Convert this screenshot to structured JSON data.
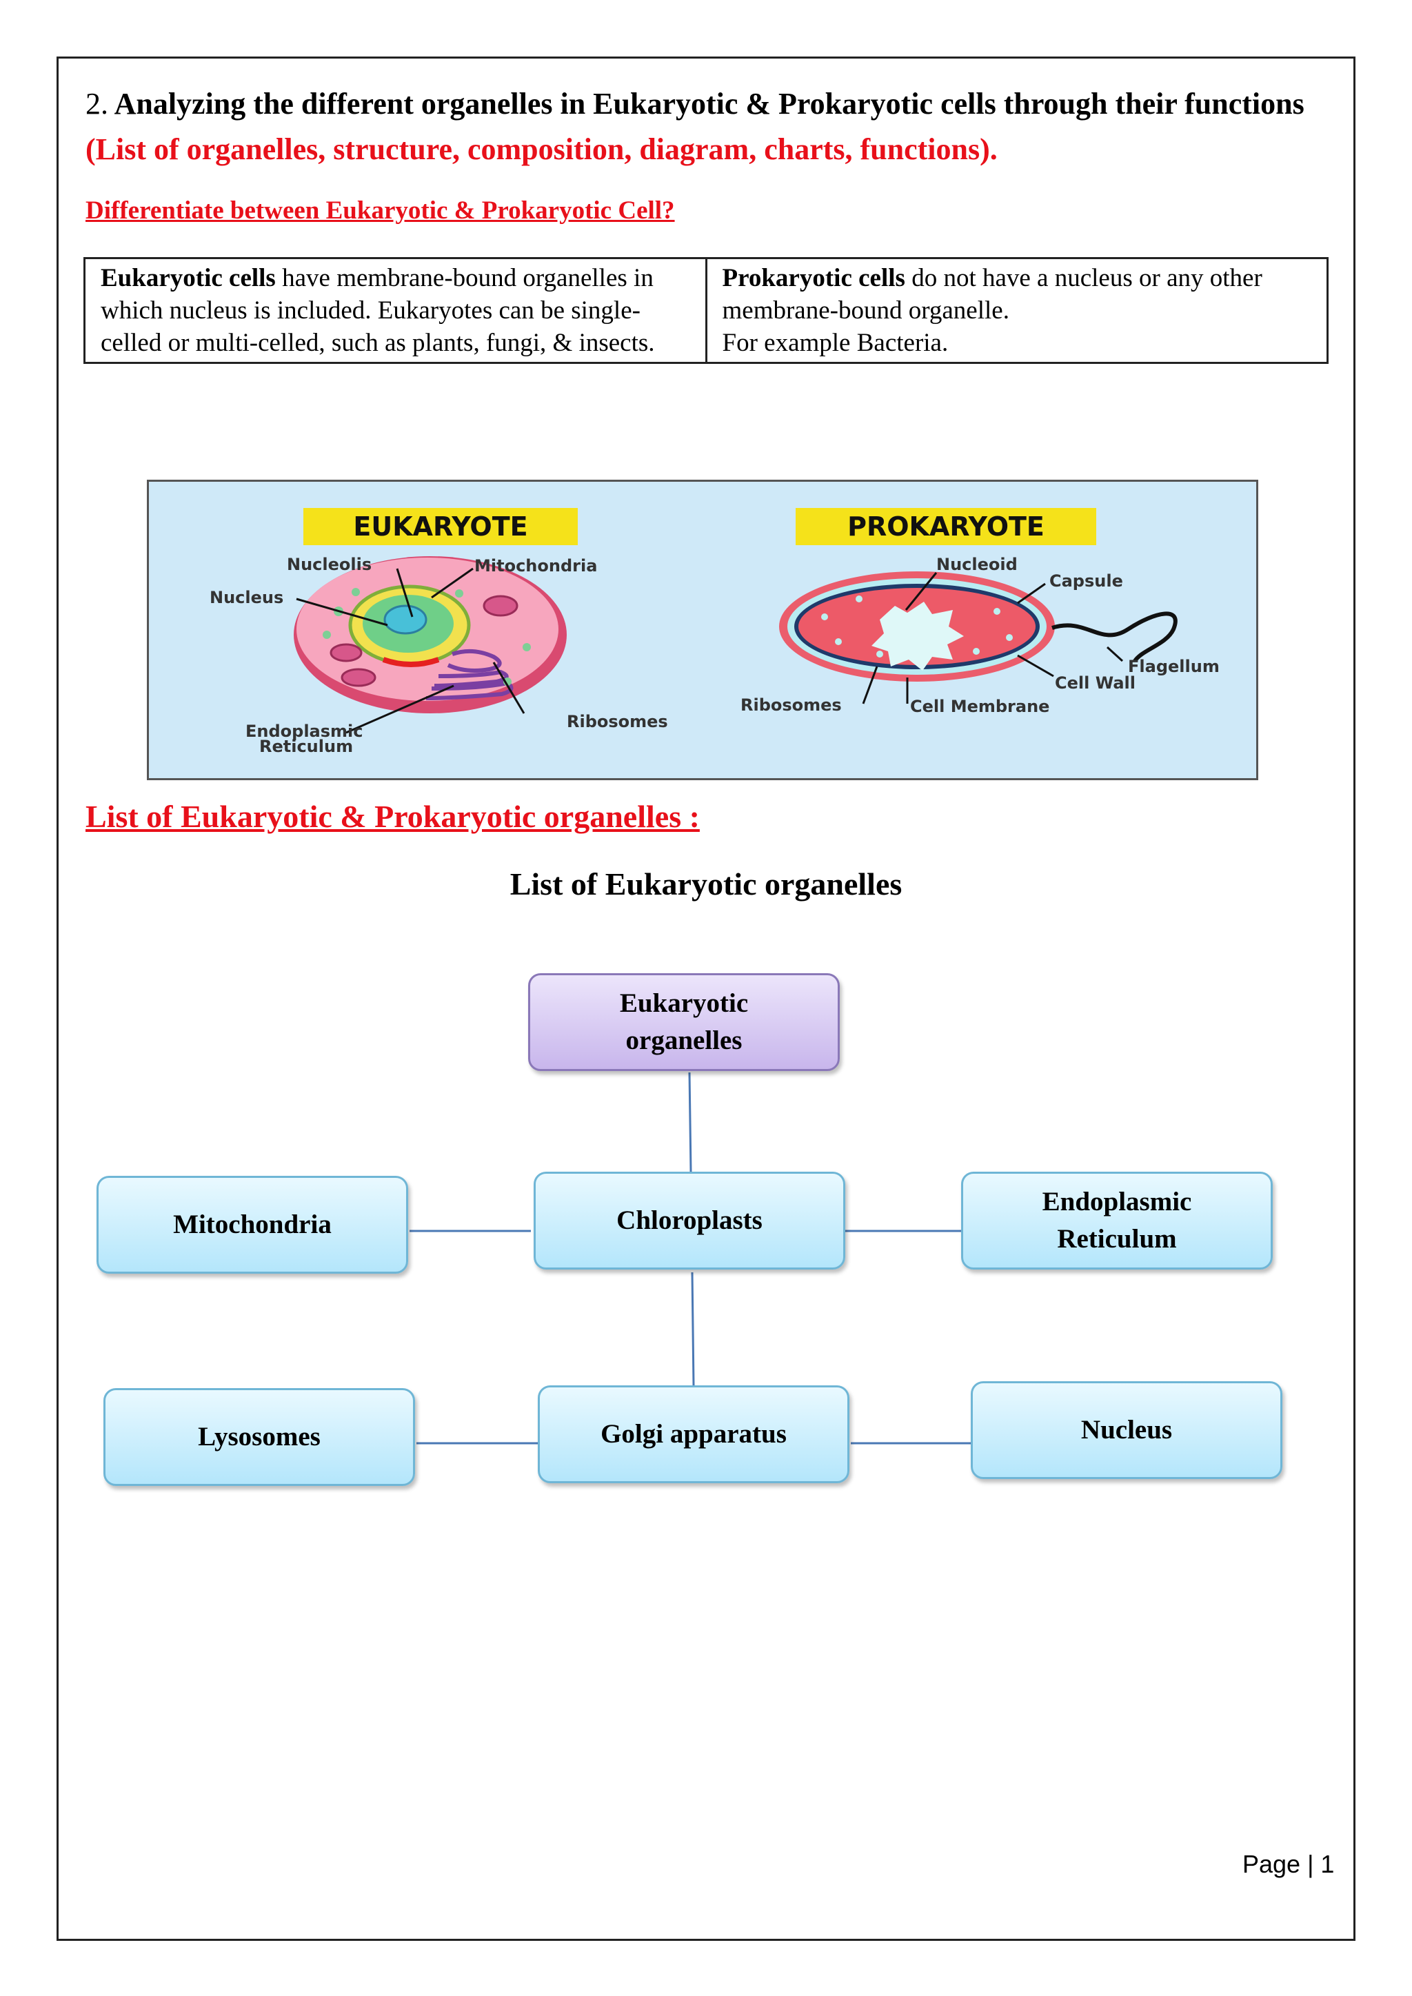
{
  "heading": {
    "number": "2.",
    "bold_text": "Analyzing the different organelles in Eukaryotic & Prokaryotic cells through their functions",
    "red_text": "(List of organelles, structure, composition, diagram, charts, functions)."
  },
  "differentiate_question": "Differentiate between Eukaryotic & Prokaryotic Cell?",
  "comparison": {
    "eukaryotic_term": "Eukaryotic cells",
    "eukaryotic_text": " have membrane-bound organelles in which nucleus is included. Eukaryotes can be single-celled or multi-celled, such as plants, fungi, & insects.",
    "prokaryotic_term": "Prokaryotic cells",
    "prokaryotic_text": " do not have a nucleus or any other membrane-bound organelle.",
    "prokaryotic_example": "For example Bacteria."
  },
  "cell_diagram": {
    "eukaryote_title": "EUKARYOTE",
    "prokaryote_title": "PROKARYOTE",
    "eukaryote_labels": {
      "nucleolis": "Nucleolis",
      "mitochondria": "Mitochondria",
      "nucleus": "Nucleus",
      "endoplasmic_1": "Endoplasmic",
      "endoplasmic_2": "Reticulum",
      "ribosomes": "Ribosomes"
    },
    "prokaryote_labels": {
      "nucleoid": "Nucleoid",
      "capsule": "Capsule",
      "flagellum": "Flagellum",
      "cell_wall": "Cell Wall",
      "cell_membrane": "Cell Membrane",
      "ribosomes": "Ribosomes"
    }
  },
  "list_heading": "List of Eukaryotic & Prokaryotic organelles :",
  "eukaryotic_list_title": "List of Eukaryotic organelles",
  "org_chart": {
    "root_line1": "Eukaryotic",
    "root_line2": "organelles",
    "mitochondria": "Mitochondria",
    "chloroplasts": "Chloroplasts",
    "er_line1": "Endoplasmic",
    "er_line2": "Reticulum",
    "lysosomes": "Lysosomes",
    "golgi": "Golgi apparatus",
    "nucleus": "Nucleus"
  },
  "page_number": "Page | 1",
  "colors": {
    "accent_red": "#e8101a",
    "diagram_bg": "#cfe9f8",
    "label_yellow": "#f5e21a",
    "box_blue": "#b4e6fb",
    "box_purple": "#c8b6ec"
  }
}
